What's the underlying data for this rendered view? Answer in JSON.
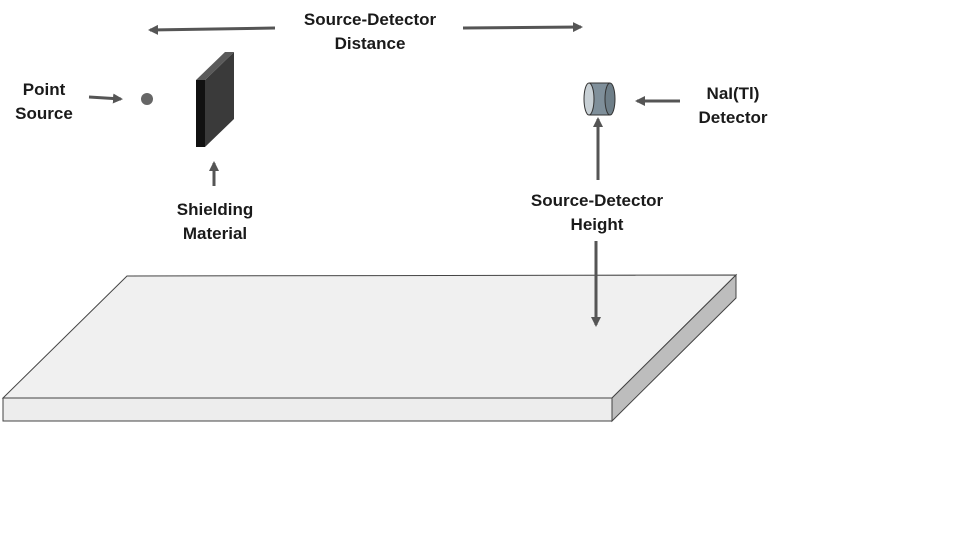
{
  "labels": {
    "source_detector_distance": [
      "Source-Detector",
      "Distance"
    ],
    "point_source": [
      "Point",
      "Source"
    ],
    "shielding_material": [
      "Shielding",
      "Material"
    ],
    "detector": [
      "NaI(Tl)",
      "Detector"
    ],
    "source_detector_height": [
      "Source-Detector",
      "Height"
    ]
  },
  "colors": {
    "arrow": "#555555",
    "slab_top": "#f0f0f0",
    "slab_side": "#bdbdbd",
    "shield_front": "#111111",
    "detector": "#7f8f9a",
    "source_dot": "#666666"
  }
}
